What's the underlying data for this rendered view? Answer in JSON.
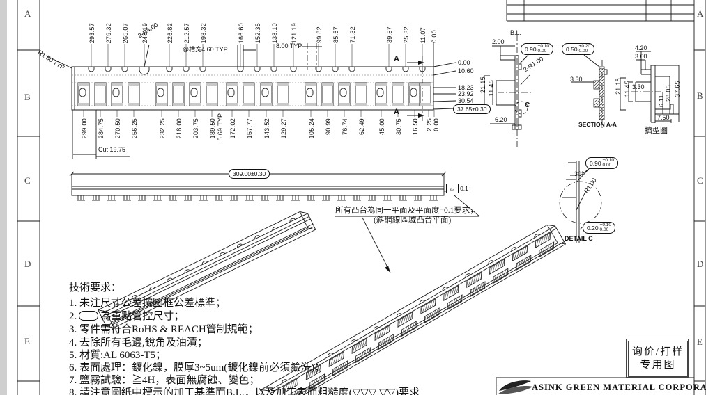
{
  "sheet": {
    "zones_left": [
      "A",
      "B",
      "C",
      "D",
      "E"
    ],
    "zones_right": [
      "A",
      "B",
      "C",
      "D",
      "E"
    ]
  },
  "top_view": {
    "top_dims": [
      "293.57",
      "279.32",
      "265.07",
      "248.19",
      "226.82",
      "212.57",
      "198.32",
      "166.60",
      "152.35",
      "138.10",
      "121.19",
      "99.82",
      "85.57",
      "71.32",
      "39.57",
      "25.32",
      "11.07",
      "0.00"
    ],
    "bottom_dims": [
      "299.00",
      "284.75",
      "270.50",
      "256.25",
      "232.25",
      "218.00",
      "203.75",
      "189.50",
      "172.02",
      "157.77",
      "143.52",
      "129.27",
      "105.24",
      "90.99",
      "76.74",
      "62.49",
      "45.00",
      "30.75",
      "16.50",
      "2.25",
      "0.00"
    ],
    "right_dims": [
      "0.00",
      "10.60",
      "18.23",
      "23.92",
      "30.54"
    ],
    "right_dim_key": "37.65±0.30",
    "radius_left": "R1.50 TYP.",
    "radius_notch": "2-R4.00",
    "slot_width": "@槽宽4.60 TYP.",
    "pitch": "8.00 TYP.",
    "pitch_small": "5.69 TYP.",
    "cut": "Cut 19.75",
    "section_letter": "A"
  },
  "side_view": {
    "length_key": "309.00±0.30",
    "flatness_symbol": "▱",
    "flatness": "0.1",
    "note1": "所有凸台為同一平面及平面度=0.1要求，",
    "note2": "(斜網線區域凸台平面)"
  },
  "detail_b": {
    "bl": "B.L.",
    "d1": "2.00",
    "tol": [
      "0.90",
      "+0.10",
      "0.00"
    ],
    "r": "2-R1.00",
    "d2": "21.15",
    "d3": "11.45",
    "d4": "6.20",
    "c": "C"
  },
  "section_aa": {
    "tol": [
      "0.50",
      "+0.20",
      "0.00"
    ],
    "d1": "3.30",
    "caption": "SECTION A-A"
  },
  "extrusion": {
    "d1": "4.20",
    "d2": "3.00",
    "d3": "21.15",
    "d4": "11.45",
    "d5": "3.30",
    "d6": "6.11",
    "d7": "28.05",
    "d8": "37.65",
    "d9": "7.50",
    "caption": "擠型圖"
  },
  "detail_c": {
    "tol_top": [
      "0.90",
      "+0.10",
      "0.00"
    ],
    "angle": "30°",
    "r": "R1.00",
    "tol_bot": [
      "0.20",
      "+0.10",
      "0.00"
    ],
    "caption": "DETAIL C"
  },
  "notes": {
    "title": "技術要求：",
    "n1": "1. 未注尺寸公差按圖框公差標準；",
    "n2a": "2.",
    "n2b": "為重點管控尺寸；",
    "n3": "3. 零件需符合RoHS & REACH管制規範；",
    "n4": "4. 去除所有毛邊,銳角及油漬；",
    "n5": "5. 材質:AL 6063-T5；",
    "n6": "6. 表面處理：鍍化鎳，膜厚3~5um(鍍化鎳前必須鹼洗)；",
    "n7": "7. 鹽霧試驗：≧4H，表面無腐蝕、變色；",
    "n8": "8. 請注意圖紙中標示的加工基準面B.L.，以及加工表面粗糙度(▽▽▽ ▽▽)要求"
  },
  "stamp": {
    "line1": "询价/打样",
    "line2": "专用图"
  },
  "title_block": {
    "company": "ASINK GREEN MATERIAL CORPORATION"
  }
}
